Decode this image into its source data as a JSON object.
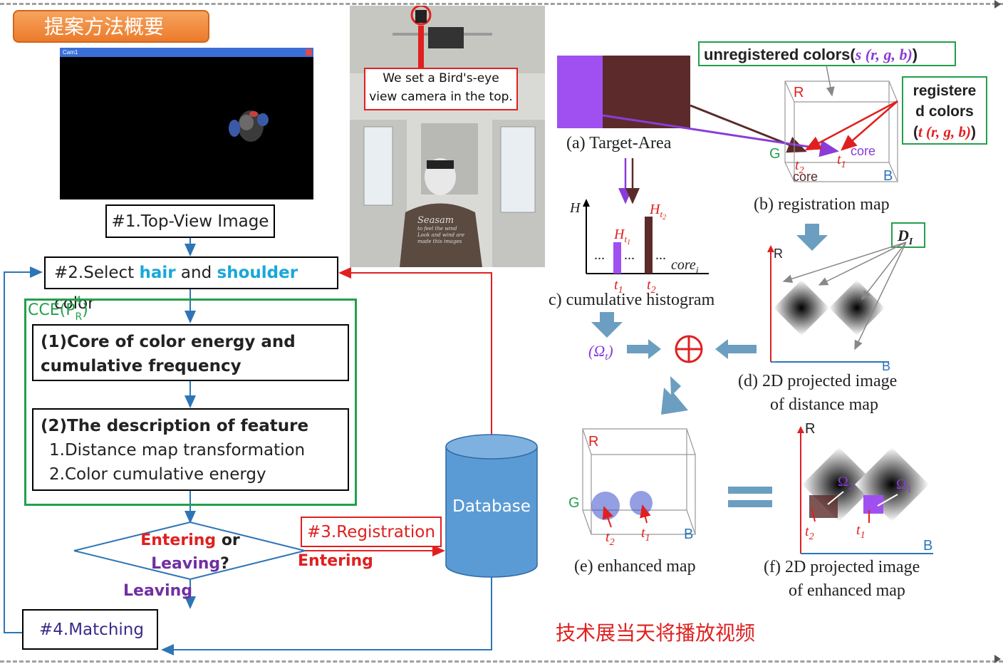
{
  "header": {
    "title": "提案方法概要"
  },
  "camera_window": {
    "title": "Cam1"
  },
  "photo": {
    "callout": [
      "We set a Bird's-eye",
      "view camera in the top."
    ],
    "shirt_text": [
      "Seasam",
      "to feel the wind",
      "Look and wind are",
      "made this images"
    ]
  },
  "flow": {
    "step1": "#1.Top-View Image",
    "step2": {
      "prefix": "#2.Select ",
      "hair": "hair",
      "middle": " and ",
      "shoulder": "shoulder",
      "suffix": " color"
    },
    "cce_label": "CCE(P",
    "cce_sup": "4",
    "cce_sub": "R",
    "cce_close": ")",
    "sub1": [
      "(1)Core of color energy and",
      "cumulative frequency"
    ],
    "sub2_title": "(2)The description of feature",
    "sub2_items": [
      "1.Distance map transformation",
      "2.Color cumulative energy"
    ],
    "decision": {
      "entering": "Entering",
      "or": " or",
      "leaving": "Leaving",
      "q": "?"
    },
    "leaving_label": "Leaving",
    "entering_label": "Entering",
    "step3": "#3.Registration",
    "step4": "#4.Matching",
    "database": "Database"
  },
  "panels": {
    "unregistered": "unregistered colors(",
    "unregistered_formula": "s (r, g, b)",
    "unregistered_close": ")",
    "registered": [
      "registere",
      "d colors"
    ],
    "registered_formula": "t (r, g, b)",
    "registered_open": "(",
    "registered_close": ")",
    "a_caption": "(a) Target-Area",
    "b_caption": "(b) registration map",
    "c_caption": "(c) cumulative histogram",
    "d_caption": [
      "(d) 2D projected image",
      "of distance map"
    ],
    "e_caption": "(e) enhanced map",
    "f_caption": [
      "(f) 2D projected image",
      "of enhanced map"
    ],
    "d_label": "D",
    "d_sub": "I",
    "axis_R": "R",
    "axis_G": "G",
    "axis_B": "B",
    "core": "core",
    "t1": "t",
    "t2": "t",
    "sub1": "1",
    "sub2": "2",
    "H": "H",
    "Ht1": "H",
    "Ht2": "H",
    "core_i": "core",
    "core_i_sub": "i",
    "omega_t": "(Ω",
    "omega_t_sub": "t",
    "omega_close": ")",
    "omega": "Ω",
    "dots": "..."
  },
  "footer_note": "技术展当天将播放视频",
  "colors": {
    "orange": "#ec7b2b",
    "blue_arrow": "#2e75b6",
    "green_box": "#22a04b",
    "red": "#e02020",
    "purple": "#7030a0",
    "cyan": "#1aa7d8",
    "db_fill": "#5b9bd5",
    "brown": "#5c2a2a",
    "violet": "#a050f0",
    "arrow_gray": "#6b9ec0"
  }
}
